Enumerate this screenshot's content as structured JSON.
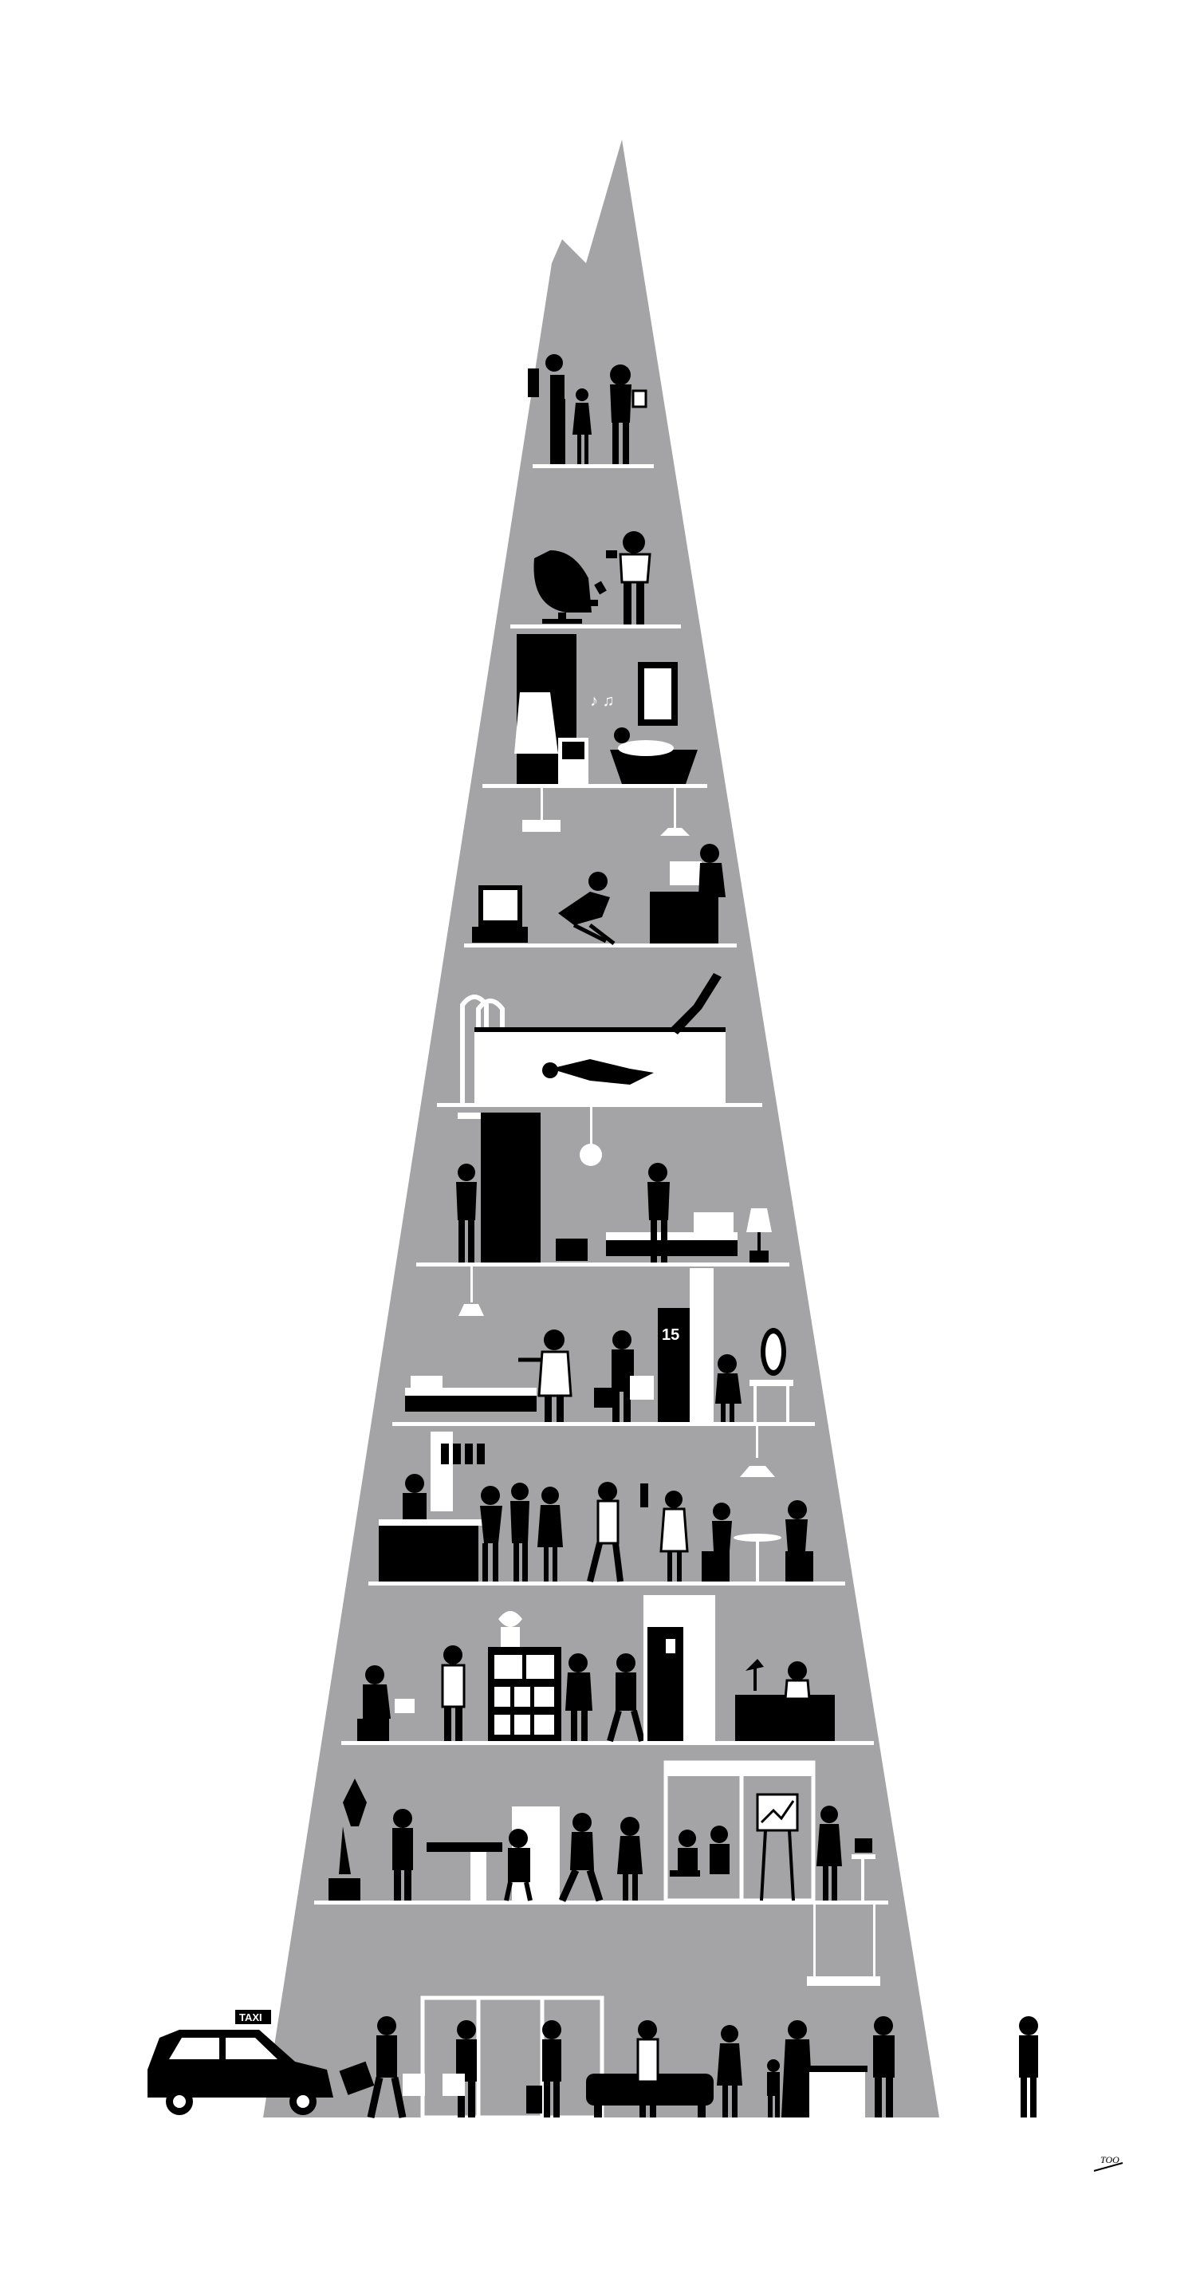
{
  "colors": {
    "background": "#ffffff",
    "tower": "#a4a4a6",
    "ink": "#000000",
    "highlight": "#ffffff"
  },
  "taxi_sign": "TAXI",
  "room_number": "15",
  "signature": "TOO",
  "icons": [
    "taxi-icon",
    "person-icon",
    "egg-chair-icon",
    "bathtub-icon",
    "tv-icon",
    "pool-ladder-icon",
    "wine-bottle-icon",
    "plant-icon",
    "easel-chart-icon",
    "lamp-icon"
  ]
}
